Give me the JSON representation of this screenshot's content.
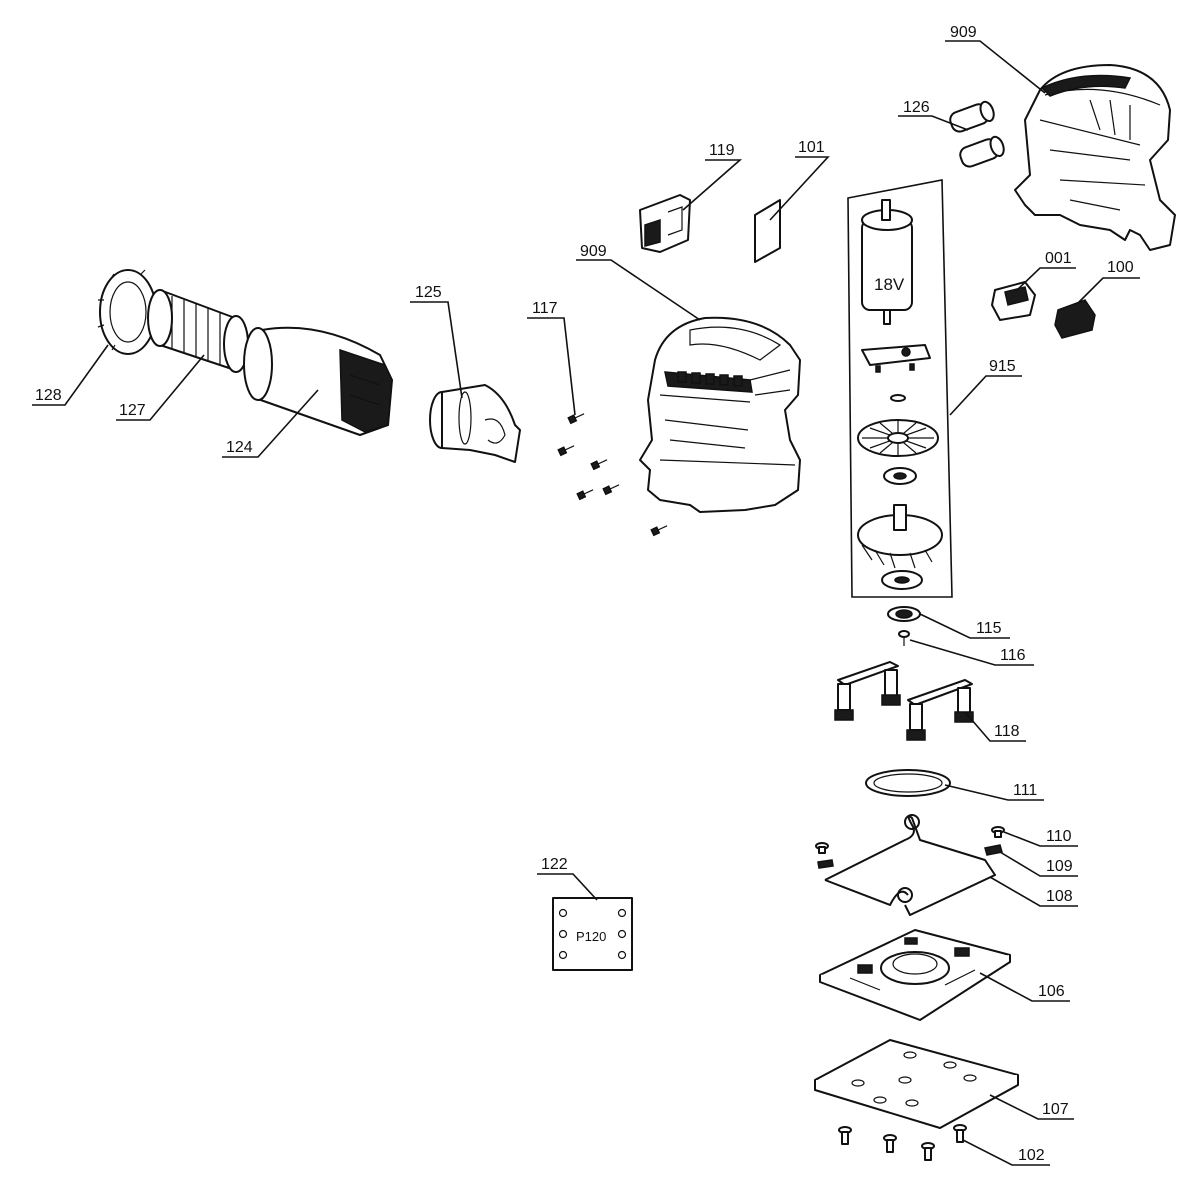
{
  "callouts": {
    "c909_top": "909",
    "c126": "126",
    "c119": "119",
    "c101": "101",
    "c909_mid": "909",
    "c125": "125",
    "c117": "117",
    "c128": "128",
    "c127": "127",
    "c124": "124",
    "c001": "001",
    "c100": "100",
    "c915": "915",
    "c115": "115",
    "c116": "116",
    "c118": "118",
    "c111": "111",
    "c110": "110",
    "c109": "109",
    "c108": "108",
    "c122": "122",
    "c106": "106",
    "c107": "107",
    "c102": "102"
  },
  "part_text": {
    "motor_voltage": "18V",
    "sanding_sheet_grit": "P120"
  }
}
